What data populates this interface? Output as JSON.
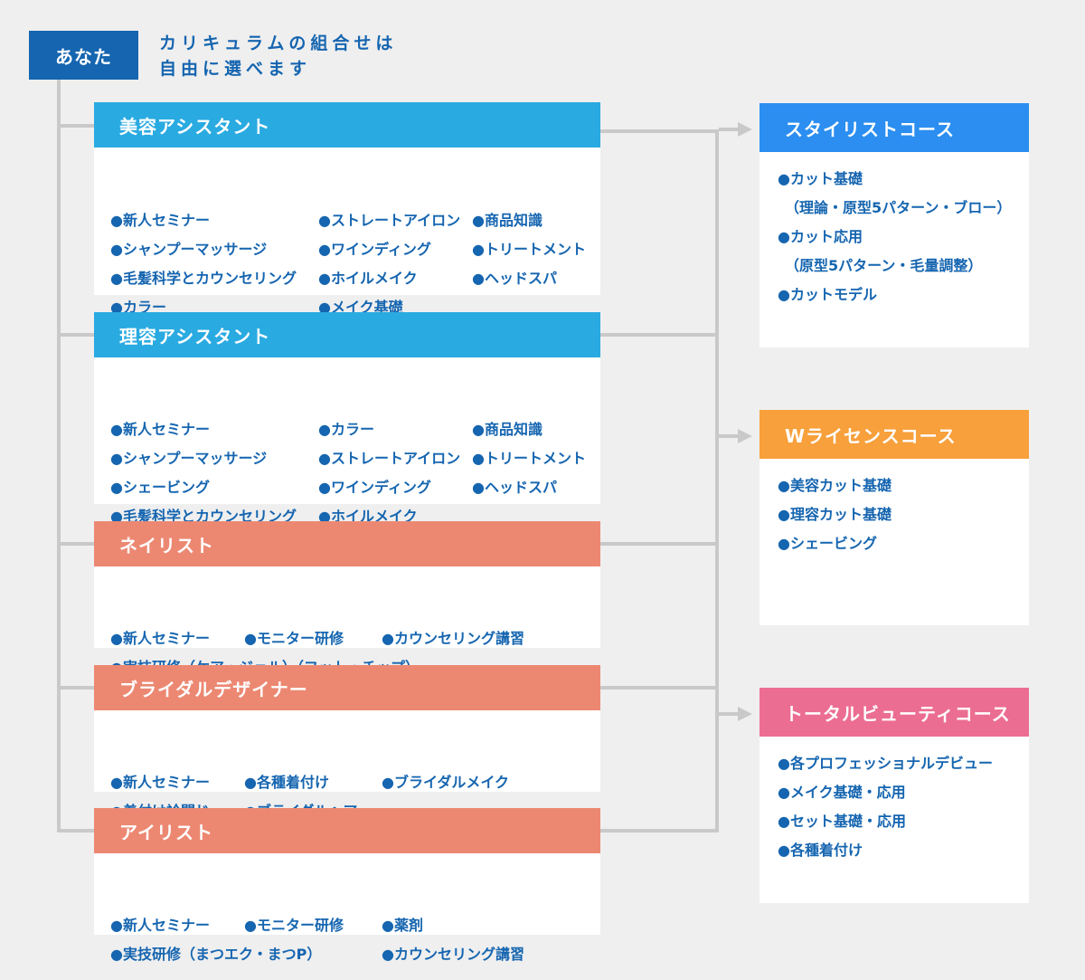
{
  "header": {
    "you_label": "あなた",
    "intro_line1": "カリキュラムの組合せは",
    "intro_line2": "自由に選べます"
  },
  "colors": {
    "primary_blue": "#1565b0",
    "assistant_blue": "#29aae1",
    "salmon": "#ec8872",
    "stylist_blue": "#2b8ef0",
    "w_license_orange": "#f7a03c",
    "total_beauty_pink": "#ec6d92",
    "connector_gray": "#c9c9c9"
  },
  "left_courses": [
    {
      "title": "美容アシスタント",
      "items": [
        "●新人セミナー",
        "●ストレートアイロン",
        "●商品知識",
        "●シャンプーマッサージ",
        "●ワインディング",
        "●トリートメント",
        "●毛髪科学とカウンセリング",
        "●ホイルメイク",
        "●ヘッドスパ",
        "●カラー",
        "●メイク基礎"
      ]
    },
    {
      "title": "理容アシスタント",
      "items": [
        "●新人セミナー",
        "●カラー",
        "●商品知識",
        "●シャンプーマッサージ",
        "●ストレートアイロン",
        "●トリートメント",
        "●シェービング",
        "●ワインディング",
        "●ヘッドスパ",
        "●毛髪科学とカウンセリング",
        "●ホイルメイク"
      ]
    },
    {
      "title": "ネイリスト",
      "items": [
        "●新人セミナー",
        "●モニター研修",
        "●カウンセリング講習",
        "●実技研修（ケア・ジェル）（フット・チップ）"
      ]
    },
    {
      "title": "ブライダルデザイナー",
      "items": [
        "●新人セミナー",
        "●各種着付け",
        "●ブライダルメイク",
        "●着付け衿閉じ",
        "●ブライダルヘア"
      ]
    },
    {
      "title": "アイリスト",
      "items": [
        "●新人セミナー",
        "●モニター研修",
        "●薬剤",
        "●実技研修（まつエク・まつP）",
        "●カウンセリング講習"
      ]
    }
  ],
  "right_courses": [
    {
      "title": "スタイリストコース",
      "items": [
        "●カット基礎",
        "（理論・原型5パターン・ブロー）",
        "●カット応用",
        "（原型5パターン・毛量調整）",
        "●カットモデル"
      ]
    },
    {
      "title": "Wライセンスコース",
      "items": [
        "●美容カット基礎",
        "●理容カット基礎",
        "●シェービング"
      ]
    },
    {
      "title": "トータルビューティコース",
      "items": [
        "●各プロフェッショナルデビュー",
        "●メイク基礎・応用",
        "●セット基礎・応用",
        "●各種着付け"
      ]
    }
  ]
}
